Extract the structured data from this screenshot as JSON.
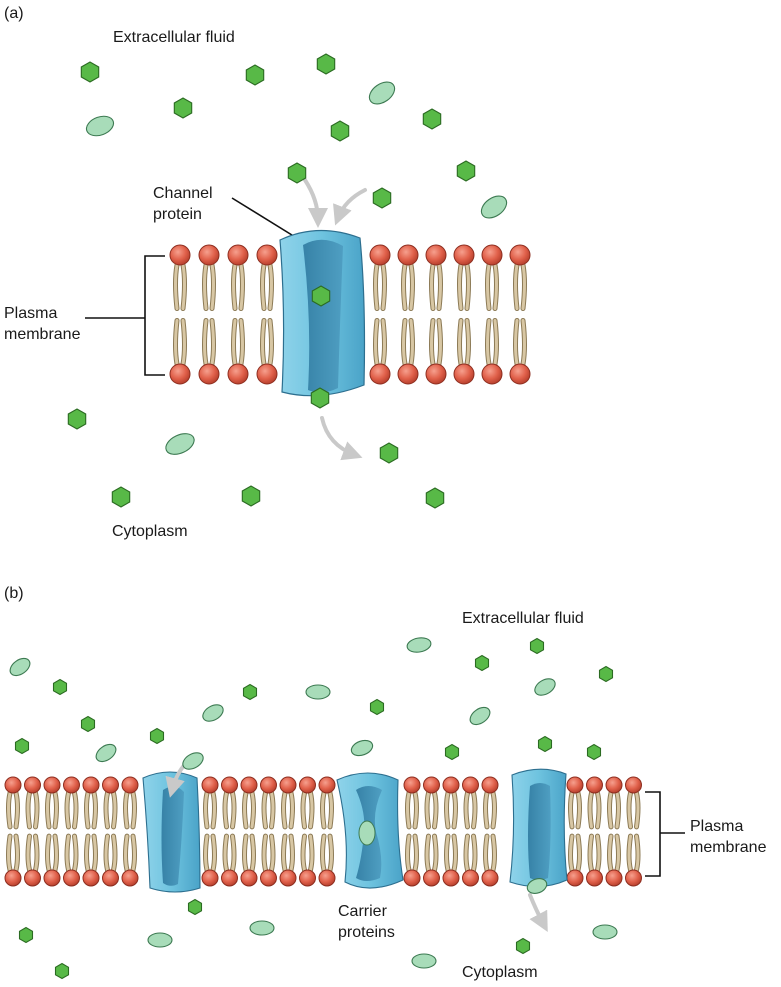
{
  "panel_a": {
    "letter": "(a)",
    "extracellular_label": "Extracellular fluid",
    "channel_label_line1": "Channel",
    "channel_label_line2": "protein",
    "membrane_label_line1": "Plasma",
    "membrane_label_line2": "membrane",
    "cytoplasm_label": "Cytoplasm"
  },
  "panel_b": {
    "letter": "(b)",
    "extracellular_label": "Extracellular fluid",
    "carrier_label_line1": "Carrier",
    "carrier_label_line2": "proteins",
    "membrane_label_line1": "Plasma",
    "membrane_label_line2": "membrane",
    "cytoplasm_label": "Cytoplasm"
  },
  "colors": {
    "lipid_head": "#e0604a",
    "lipid_tail": "#d8c7a4",
    "protein": "#6ec3df",
    "protein_dark": "#3f8fb4",
    "hexagon": "#58b947",
    "ellipse": "#a8dcb9",
    "arrow": "#c9c9c9"
  }
}
